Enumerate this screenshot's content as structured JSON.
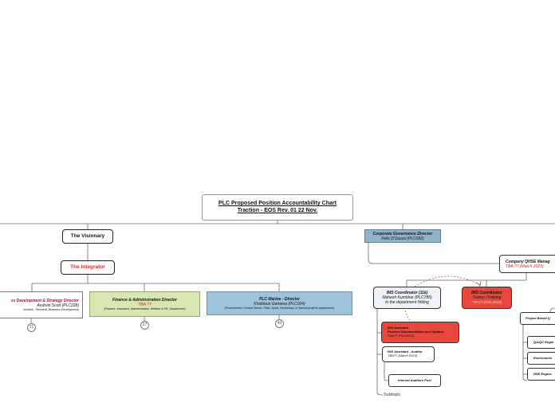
{
  "root": {
    "line1": "PLC Proposed Position Accountability Chart",
    "line2": "Traction - EOS Rev. 01 22 Nov."
  },
  "visionary": {
    "label": "The Visionary"
  },
  "integrator": {
    "label": "The Integrator"
  },
  "business_dev": {
    "title": "ss Development & Strategy Director",
    "name": "Andrew Scott (PLC228)",
    "note": "rimeline, Technical, Business Development)",
    "count": "21"
  },
  "finance": {
    "title": "Finance & Administration Director",
    "name": "TBA ??",
    "note": "(Finance, Insurance, Administration, Welfare & HR, Department)",
    "count": "27"
  },
  "marine": {
    "title": "PLC Marine - Director",
    "name": "Khaldoun Ganama (PLC024)",
    "note": "(Procurement, Central Stores, Fleet, Asset, Workshops & Special projects department)",
    "count": "43"
  },
  "governance": {
    "title": "Corporate Governance Director",
    "name": "Felix D'Souza (PLC092)"
  },
  "qhse": {
    "title": "Company QHSE Manag",
    "name": "TBA ??  (March  2023)"
  },
  "ims_coord": {
    "title": "IMS Coordinator (11k)",
    "name": "Mahesh Kumbhar (PLC785)",
    "note": "In the department Hiding"
  },
  "ims_trainer": {
    "title": "IMS Coordinator",
    "name": "Trainer /Training",
    "note": "TBA??  (Feb 2023)"
  },
  "ims_assistant": {
    "title": "IMS Assistant",
    "title2": "Process Documentation and Updates",
    "name": "TBA??  (Feb 2023)"
  },
  "ims_auditor": {
    "title": "IMS Assistant - Auditor",
    "name": "TBA?? (March 2023)"
  },
  "auditors_pool": {
    "label": "Internal Auditors Pool"
  },
  "project_qa": {
    "label": "Project Based Q"
  },
  "qaqc": {
    "label": "QA/QC Engin"
  },
  "environment": {
    "label": "Environmen"
  },
  "hse_eng": {
    "label": "HSE Engine"
  },
  "subtopic": {
    "label": "Subtopic"
  },
  "colors": {
    "marine": "#9fc3da",
    "finance": "#d8e7b2",
    "governance": "#8fb3c8",
    "alert": "#e8473b",
    "integrator_text": "#d03030"
  }
}
